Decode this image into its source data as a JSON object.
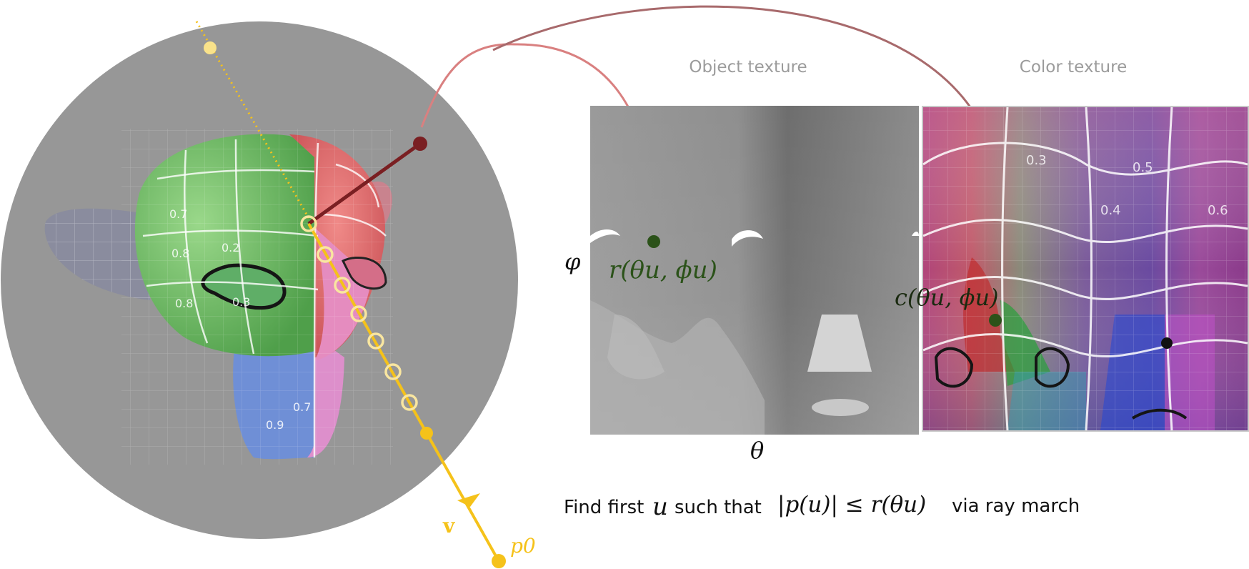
{
  "labels": {
    "object_texture_title": "Object texture",
    "color_texture_title": "Color texture",
    "phi_axis": "φ",
    "theta_axis": "θ",
    "r_point": "r(θu, ϕu)",
    "c_point": "c(θu, ϕu)",
    "p0": "p0",
    "v": "v"
  },
  "caption": {
    "find_first": "Find first",
    "u": "u",
    "such_that": "such that",
    "inequality": "|p(u)| ≤ r(θu)",
    "via": "via ray march"
  },
  "colors": {
    "ray": "#f5c21a",
    "ray_light": "#f9e28a",
    "dark_red": "#7a1f22",
    "arrow_red": "#d98080",
    "point_green": "#2b5219",
    "sphere": "#979797",
    "caption_gray": "#9b9b9b"
  },
  "patch_numbers": [
    "0.7",
    "0.2",
    "0.8",
    "0.3",
    "0.8",
    "0.9",
    "0.7",
    "0.3",
    "0.5",
    "0.4",
    "0.6"
  ]
}
